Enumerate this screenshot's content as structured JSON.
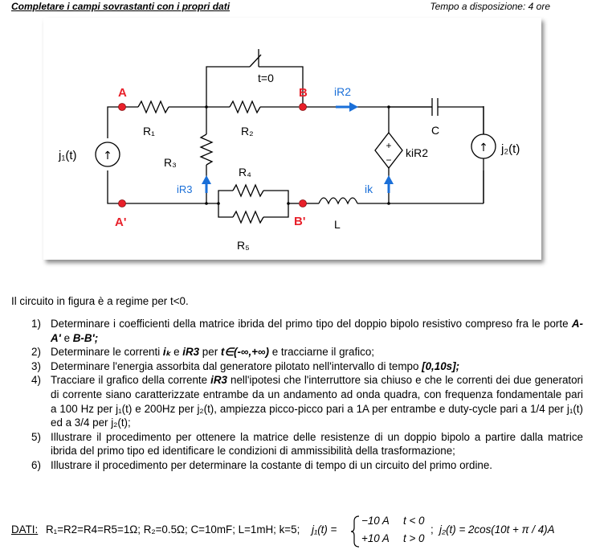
{
  "header": {
    "left": "Completare i campi sovrastanti con i propri dati",
    "right": "Tempo a disposizione: 4 ore"
  },
  "circuit": {
    "switch_label": "t=0",
    "nodes": {
      "a": "A",
      "a_prime": "A'",
      "b": "B",
      "b_prime": "B'"
    },
    "r1": "R₁",
    "r2": "R₂",
    "r3": "R₃",
    "r4": "R₄",
    "r5": "R₅",
    "l": "L",
    "c": "C",
    "j1": "j₁(t)",
    "j2": "j₂(t)",
    "i_r2": "iR2",
    "i_r3": "iR3",
    "i_k": "ik",
    "k_i_r2": "kiR2",
    "plus": "+",
    "minus": "−",
    "arrow_up": "↑"
  },
  "intro": "Il circuito in figura è a regime per t<0.",
  "tasks": [
    {
      "num": "1)",
      "parts": [
        {
          "t": "Determinare i coefficienti della matrice ibrida del primo tipo del doppio bipolo resistivo compreso fra le porte "
        },
        {
          "t": "A-A'",
          "s": "bi"
        },
        {
          "t": " e "
        },
        {
          "t": "B-B';",
          "s": "bi"
        }
      ]
    },
    {
      "num": "2)",
      "parts": [
        {
          "t": "Determinare le correnti "
        },
        {
          "t": "iₖ",
          "s": "bi"
        },
        {
          "t": " e "
        },
        {
          "t": "iR3",
          "s": "bi"
        },
        {
          "t": " per "
        },
        {
          "t": "t∈(-∞,+∞)",
          "s": "bi"
        },
        {
          "t": " e tracciarne il grafico;"
        }
      ]
    },
    {
      "num": "3)",
      "parts": [
        {
          "t": "Determinare l'energia assorbita dal generatore pilotato nell'intervallo di tempo "
        },
        {
          "t": "[0,10s];",
          "s": "bi"
        }
      ]
    },
    {
      "num": "4)",
      "parts": [
        {
          "t": "Tracciare il grafico della corrente "
        },
        {
          "t": "iR3",
          "s": "bi"
        },
        {
          "t": " nell'ipotesi che l'interruttore sia chiuso e che le correnti dei due generatori di corrente siano caratterizzate entrambe da un andamento ad onda quadra, con frequenza fondamentale pari a 100 Hz per j₁(t) e 200Hz per j₂(t), ampiezza picco-picco pari a 1A per entrambe e duty-cycle pari a 1/4 per j₁(t) ed a 3/4 per j₂(t);"
        }
      ]
    },
    {
      "num": "5)",
      "parts": [
        {
          "t": "Illustrare il procedimento per ottenere la matrice delle resistenze di un doppio bipolo a partire dalla matrice ibrida del primo tipo ed identificare le condizioni di ammissibilità della trasformazione;"
        }
      ]
    },
    {
      "num": "6)",
      "parts": [
        {
          "t": "Illustrare il procedimento per determinare la costante di tempo di un circuito del primo ordine."
        }
      ]
    }
  ],
  "data": {
    "label": "DATI:",
    "values": "R₁=R2=R4=R5=1Ω; R₂=0.5Ω; C=10mF; L=1mH; k=5;",
    "j1_lhs": "j₁(t) =",
    "j1_case1_val": "−10 A",
    "j1_case1_cond": "t < 0",
    "j1_case2_val": "+10 A",
    "j1_case2_cond": "t > 0",
    "sep": ";",
    "j2": "j₂(t) = 2cos(10t + π / 4)A"
  },
  "colors": {
    "wire": "#000000",
    "node": "#e8202a",
    "current_arrow": "#1a6fd8",
    "label_red": "#e8202a",
    "label_blue": "#1a6fd8"
  }
}
